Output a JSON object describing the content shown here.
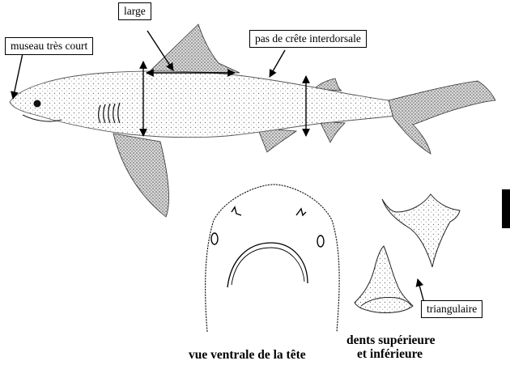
{
  "labels": {
    "snout": "museau très court",
    "wide": "large",
    "ridge": "pas de crête interdorsale",
    "triangular": "triangulaire"
  },
  "captions": {
    "head_view": "vue ventrale de la tête",
    "teeth_line1": "dents supérieure",
    "teeth_line2": "et inférieure"
  },
  "colors": {
    "ink": "#000000",
    "stipple": "#8a8a8a",
    "background": "#ffffff"
  }
}
